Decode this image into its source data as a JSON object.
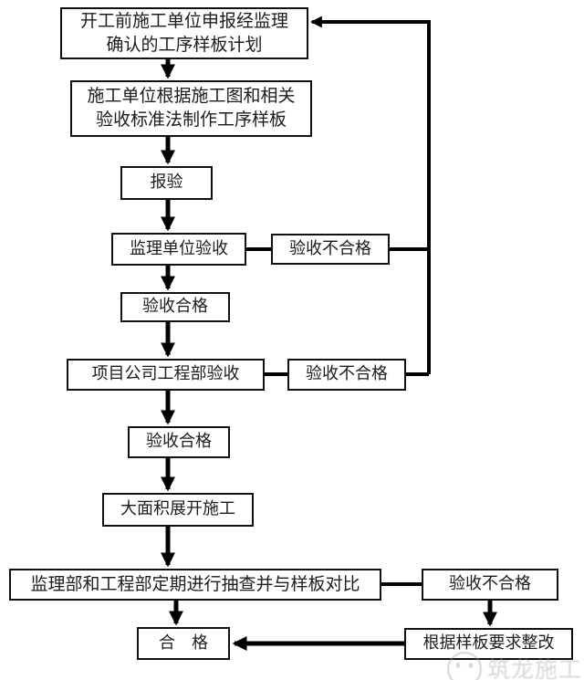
{
  "diagram": {
    "type": "flowchart",
    "colors": {
      "line": "#000000",
      "box_border": "#111111",
      "box_background": "#ffffff",
      "text": "#1c1c1c",
      "watermark": "#a8a8a8"
    },
    "nodes": {
      "start": {
        "label": "开工前施工单位申报经监理\n确认的工序样板计划"
      },
      "make": {
        "label": "施工单位根据施工图和相关\n验收标准法制作工序样板"
      },
      "submit": {
        "label": "报验"
      },
      "supervisor": {
        "label": "监理单位验收"
      },
      "fail1": {
        "label": "验收不合格"
      },
      "pass1": {
        "label": "验收合格"
      },
      "projectdept": {
        "label": "项目公司工程部验收"
      },
      "fail2": {
        "label": "验收不合格"
      },
      "pass2": {
        "label": "验收合格"
      },
      "fullconstruction": {
        "label": "大面积展开施工"
      },
      "periodiccheck": {
        "label": "监理部和工程部定期进行抽查并与样板对比"
      },
      "fail3": {
        "label": "验收不合格"
      },
      "rectify": {
        "label": "根据样板要求整改"
      },
      "qualified": {
        "label": "合　格"
      }
    },
    "edges": [
      {
        "from": "start",
        "to": "make",
        "type": "arrow-down"
      },
      {
        "from": "make",
        "to": "submit",
        "type": "arrow-down"
      },
      {
        "from": "submit",
        "to": "supervisor",
        "type": "arrow-down"
      },
      {
        "from": "supervisor",
        "to": "fail1",
        "type": "line-right"
      },
      {
        "from": "supervisor",
        "to": "pass1",
        "type": "arrow-down"
      },
      {
        "from": "pass1",
        "to": "projectdept",
        "type": "arrow-down"
      },
      {
        "from": "projectdept",
        "to": "fail2",
        "type": "line-right"
      },
      {
        "from": "fail1",
        "to": "start",
        "type": "loop-arrow"
      },
      {
        "from": "fail2",
        "to": "start",
        "type": "loop-arrow"
      },
      {
        "from": "projectdept",
        "to": "pass2",
        "type": "arrow-down"
      },
      {
        "from": "pass2",
        "to": "fullconstruction",
        "type": "arrow-down"
      },
      {
        "from": "fullconstruction",
        "to": "periodiccheck",
        "type": "arrow-down"
      },
      {
        "from": "periodiccheck",
        "to": "fail3",
        "type": "line-right"
      },
      {
        "from": "periodiccheck",
        "to": "qualified",
        "type": "arrow-down"
      },
      {
        "from": "fail3",
        "to": "rectify",
        "type": "arrow-down"
      },
      {
        "from": "rectify",
        "to": "qualified",
        "type": "arrow-left"
      }
    ],
    "watermark": {
      "text": "筑龙施工"
    }
  }
}
